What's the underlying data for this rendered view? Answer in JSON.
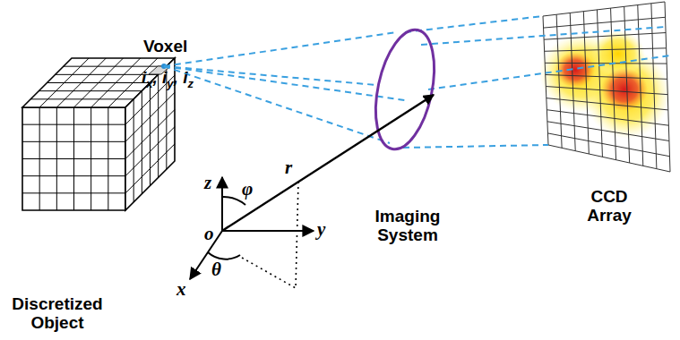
{
  "diagram": {
    "labels": [
      "Voxel",
      "i",
      "x",
      ",",
      "i",
      "y",
      ",",
      "i",
      "z",
      "Discretized Object",
      "z",
      "o",
      "y",
      "x",
      "φ",
      "θ",
      "r",
      "Imaging System",
      "CCD Array"
    ]
  }
}
